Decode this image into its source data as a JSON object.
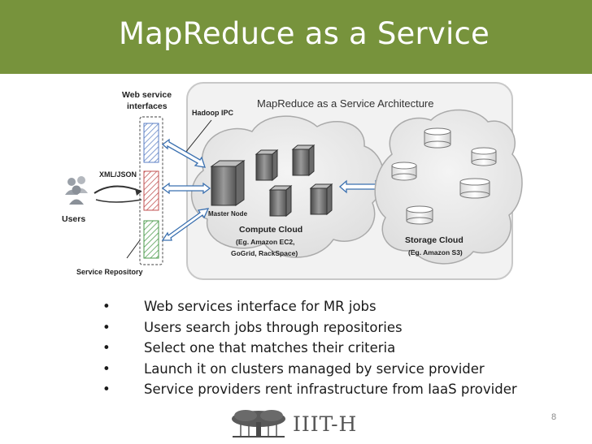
{
  "slide": {
    "title": "MapReduce as a Service",
    "page_number": "8",
    "logo_text": "IIIT-H"
  },
  "diagram": {
    "architecture_title": "MapReduce as a Service Architecture",
    "web_service_interfaces_label": [
      "Web service",
      "interfaces"
    ],
    "hadoop_ipc_label": "Hadoop IPC",
    "xml_json_label": "XML/JSON",
    "users_label": "Users",
    "service_repository_label": "Service Repository",
    "master_node_label": "Master Node",
    "compute_cloud_label": "Compute Cloud",
    "compute_cloud_examples": [
      "(Eg. Amazon EC2,",
      "GoGrid, RackSpace)"
    ],
    "storage_cloud_label": "Storage Cloud",
    "storage_cloud_example": "(Eg. Amazon S3)"
  },
  "bullets": [
    "Web services interface for MR jobs",
    "Users search jobs through repositories",
    "Select one that matches their criteria",
    "Launch it on clusters managed by service provider",
    "Service providers rent infrastructure from IaaS provider"
  ],
  "bullet_symbol": "•",
  "colors": {
    "title_bar": "#77933c",
    "interface_blue": "#5b7fc4",
    "interface_red": "#c05050",
    "interface_green": "#4a9a4a"
  }
}
